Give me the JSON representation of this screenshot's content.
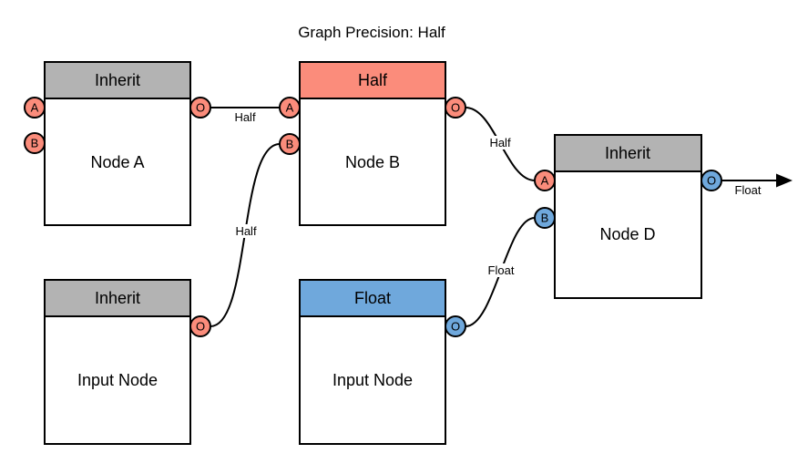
{
  "title": "Graph Precision: Half",
  "colors": {
    "half_precision": "#FB8C7B",
    "float_precision": "#6FA8DC",
    "inherit_header": "#B3B3B3",
    "edge_stroke": "#000000",
    "node_fill": "#FFFFFF"
  },
  "nodes": [
    {
      "id": "node-a",
      "header": "Inherit",
      "label": "Node A",
      "header_color": "#B3B3B3",
      "ports": [
        {
          "label": "A",
          "color": "#FB8C7B"
        },
        {
          "label": "B",
          "color": "#FB8C7B"
        },
        {
          "label": "O",
          "color": "#FB8C7B"
        }
      ]
    },
    {
      "id": "node-b",
      "header": "Half",
      "label": "Node B",
      "header_color": "#FB8C7B",
      "ports": [
        {
          "label": "A",
          "color": "#FB8C7B"
        },
        {
          "label": "B",
          "color": "#FB8C7B"
        },
        {
          "label": "O",
          "color": "#FB8C7B"
        }
      ]
    },
    {
      "id": "node-d",
      "header": "Inherit",
      "label": "Node D",
      "header_color": "#B3B3B3",
      "ports": [
        {
          "label": "A",
          "color": "#FB8C7B"
        },
        {
          "label": "B",
          "color": "#6FA8DC"
        },
        {
          "label": "O",
          "color": "#6FA8DC"
        }
      ]
    },
    {
      "id": "input-node-1",
      "header": "Inherit",
      "label": "Input Node",
      "header_color": "#B3B3B3",
      "ports": [
        {
          "label": "O",
          "color": "#FB8C7B"
        }
      ]
    },
    {
      "id": "input-node-2",
      "header": "Float",
      "label": "Input Node",
      "header_color": "#6FA8DC",
      "ports": [
        {
          "label": "O",
          "color": "#6FA8DC"
        }
      ]
    }
  ],
  "edges": [
    {
      "from": "node-a.O",
      "to": "node-b.A",
      "label": "Half"
    },
    {
      "from": "input-node-1.O",
      "to": "node-b.B",
      "label": "Half"
    },
    {
      "from": "node-b.O",
      "to": "node-d.A",
      "label": "Half"
    },
    {
      "from": "input-node-2.O",
      "to": "node-d.B",
      "label": "Float"
    },
    {
      "from": "node-d.O",
      "to": "graph-output",
      "label": "Float"
    }
  ]
}
